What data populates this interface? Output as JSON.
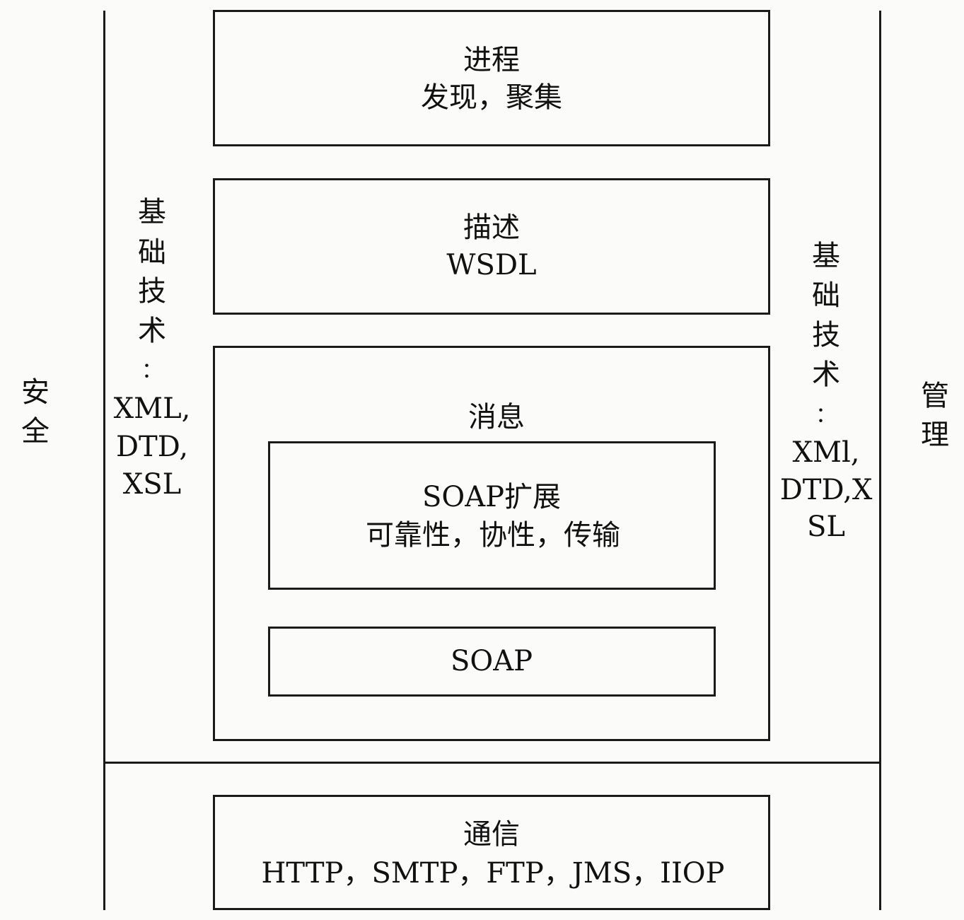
{
  "left_side": {
    "label_chars": [
      "安",
      "全"
    ]
  },
  "right_side": {
    "label_chars": [
      "管",
      "理"
    ]
  },
  "left_tech": {
    "lines": [
      "基",
      "础",
      "技",
      "术",
      "：",
      "XML,",
      "DTD,",
      "XSL"
    ]
  },
  "right_tech": {
    "lines": [
      "基",
      "础",
      "技",
      "术",
      "：",
      "XMl,",
      "DTD,X",
      "SL"
    ]
  },
  "process": {
    "title": "进程",
    "subtitle": "发现，聚集"
  },
  "description": {
    "title": "描述",
    "subtitle": "WSDL"
  },
  "messaging": {
    "title": "消息",
    "soap_ext": {
      "title": "SOAP扩展",
      "subtitle": "可靠性，协性，传输"
    },
    "soap": {
      "title": "SOAP"
    }
  },
  "communication": {
    "title": "通信",
    "subtitle": "HTTP，SMTP，FTP，JMS，IIOP"
  }
}
